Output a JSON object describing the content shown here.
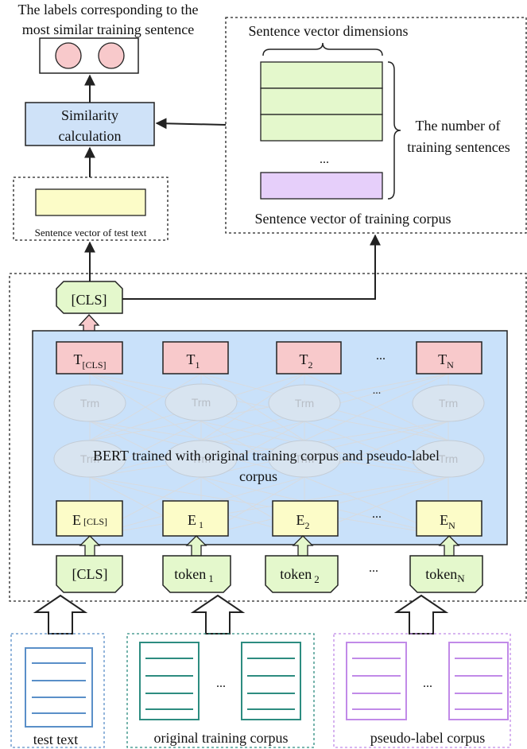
{
  "top": {
    "output_caption_line1": "The labels corresponding to the",
    "output_caption_line2": "most similar training sentence",
    "similarity_line1": "Similarity",
    "similarity_line2": "calculation",
    "test_vector_caption": "Sentence vector of test text"
  },
  "training_vectors": {
    "dimensions_label": "Sentence vector dimensions",
    "count_label_line1": "The number of",
    "count_label_line2": "training sentences",
    "ellipsis": "...",
    "caption": "Sentence vector of training corpus"
  },
  "bert": {
    "cls_output": "[CLS]",
    "outputs": [
      {
        "base": "T",
        "sub": "[CLS]"
      },
      {
        "base": "T",
        "sub": "1"
      },
      {
        "base": "T",
        "sub": "2"
      },
      {
        "base": "T",
        "sub": "N"
      }
    ],
    "trm_label": "Trm",
    "description_line1": "BERT trained with original training corpus and pseudo-label",
    "description_line2": "corpus",
    "embeddings": [
      {
        "base": "E",
        "sub": "[CLS]"
      },
      {
        "base": "E",
        "sub": "1"
      },
      {
        "base": "E",
        "sub": "2"
      },
      {
        "base": "E",
        "sub": "N"
      }
    ],
    "inputs": [
      {
        "base": "[CLS]",
        "sub": ""
      },
      {
        "base": "token",
        "sub": "1"
      },
      {
        "base": "token",
        "sub": "2"
      },
      {
        "base": "token",
        "sub": "N"
      }
    ],
    "ellipsis": "..."
  },
  "corpora": {
    "test_text": "test text",
    "original_training_corpus": "original training corpus",
    "pseudo_label_corpus": "pseudo-label corpus",
    "ellipsis": "..."
  },
  "colors": {
    "pink": "#f8c9cb",
    "light_blue": "#cfe2f8",
    "yellow": "#fcfcc8",
    "light_green": "#e4f8cc",
    "purple": "#e6cffa",
    "bert_panel": "#c9e1fa",
    "blue_doc": "#5a8fc8",
    "teal_doc": "#2d8c80",
    "purple_doc": "#c18ae8"
  }
}
